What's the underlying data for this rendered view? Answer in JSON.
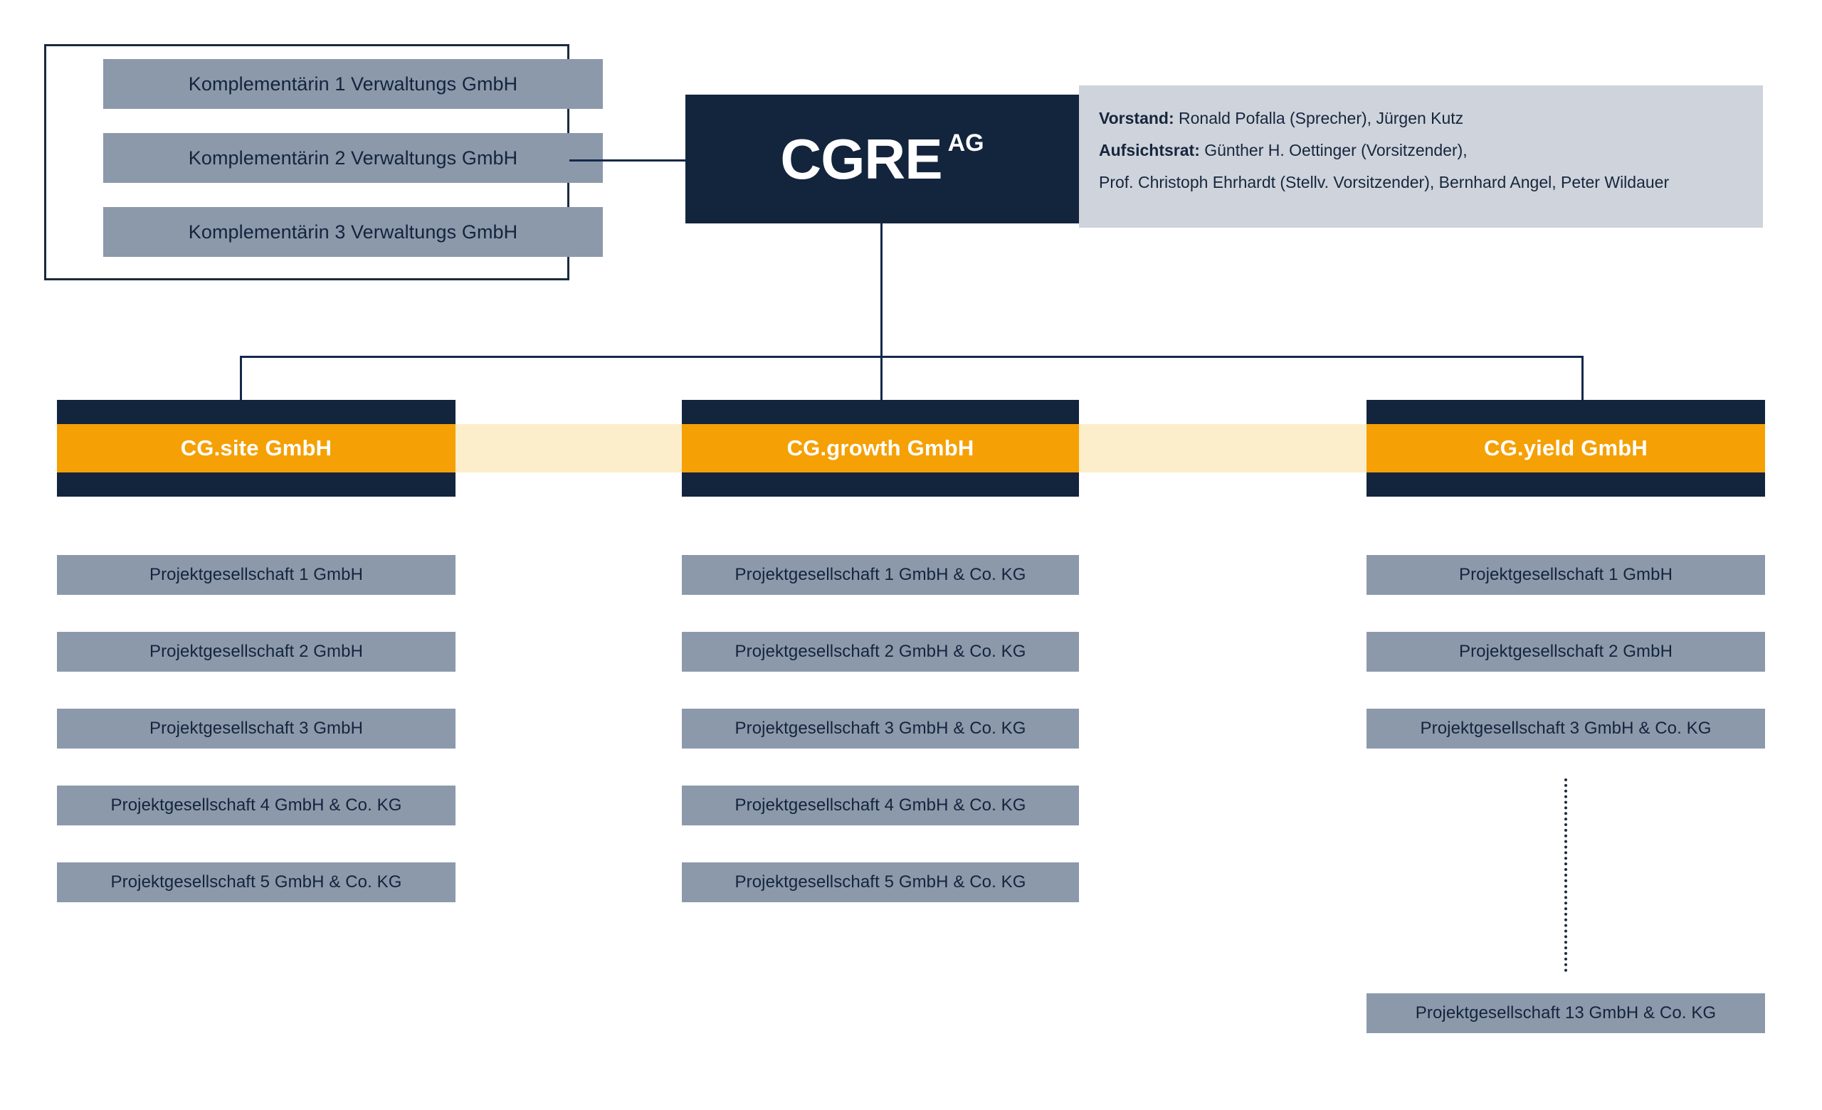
{
  "colors": {
    "navy": "#13243d",
    "orange": "#F5A005",
    "cream": "#fceeca",
    "slate_gray": "#8c99ab",
    "panel_gray": "#ced3dc",
    "white": "#ffffff"
  },
  "komplementaerin": {
    "items": [
      {
        "label": "Komplementärin 1 Verwaltungs GmbH"
      },
      {
        "label": "Komplementärin 2 Verwaltungs GmbH"
      },
      {
        "label": "Komplementärin 3 Verwaltungs GmbH"
      }
    ]
  },
  "parent": {
    "name": "CGRE",
    "legal_form": "AG"
  },
  "board": {
    "vorstand_label": "Vorstand:",
    "vorstand_members": " Ronald Pofalla (Sprecher), Jürgen Kutz",
    "aufsichtsrat_label": "Aufsichtsrat:",
    "aufsichtsrat_line1": " Günther H. Oettinger (Vorsitzender),",
    "aufsichtsrat_line2": "Prof. Christoph Ehrhardt (Stellv. Vorsitzender), Bernhard Angel, Peter Wildauer"
  },
  "divisions": [
    {
      "name": "CG.site GmbH",
      "projects": [
        "Projektgesellschaft 1 GmbH",
        "Projektgesellschaft 2 GmbH",
        "Projektgesellschaft 3 GmbH",
        "Projektgesellschaft 4 GmbH & Co. KG",
        "Projektgesellschaft 5 GmbH & Co. KG"
      ]
    },
    {
      "name": "CG.growth GmbH",
      "projects": [
        "Projektgesellschaft 1 GmbH & Co. KG",
        "Projektgesellschaft 2 GmbH & Co. KG",
        "Projektgesellschaft 3 GmbH & Co. KG",
        "Projektgesellschaft 4 GmbH & Co. KG",
        "Projektgesellschaft 5 GmbH & Co. KG"
      ]
    },
    {
      "name": "CG.yield GmbH",
      "projects": [
        "Projektgesellschaft 1 GmbH",
        "Projektgesellschaft 2 GmbH",
        "Projektgesellschaft 3 GmbH & Co. KG"
      ],
      "continuation_indicator": "dotted-vertical-line",
      "trailing_project": "Projektgesellschaft 13 GmbH & Co. KG"
    }
  ]
}
